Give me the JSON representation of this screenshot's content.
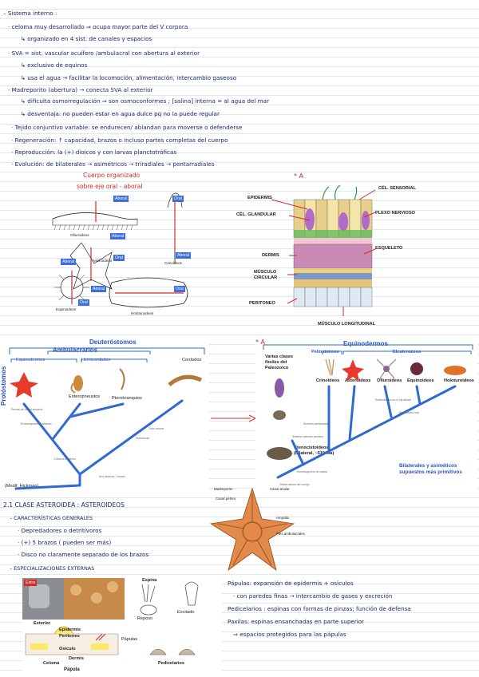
{
  "notes": {
    "sistema_interno": "– Sistema interno :",
    "l1": "· celoma muy desarrollado ⇒ ocupa mayor parte del V corpora",
    "l2": "↳ organizado en 4 sist. de canales y espacios",
    "l3": "· SVA = sist. vascular acuífero /ambulacral con abertura al exterior",
    "l4": "↳ exclusivo de equinos",
    "l5": "↳ usa el agua → facilitar la locomoción, alimentación, intercambio gaseoso",
    "l6": "· Madreporito (abertura) → conecta SVA al exterior",
    "l7": "↳ dificulta osmorregulación ⇒ son osmoconformes ; [salina] interna = al agua del mar",
    "l8": "↳ desventaja: no pueden estar en agua dulce pq no la puede regular",
    "l9": "· Tejido conjuntivo variable: se endurecen/ ablandan para moverse o defenderse",
    "l10": "· Regeneración: ↑ capacidad, brazos o incluso partes completas del cuerpo",
    "l11": "· Reproducción: la (+) dioicos y con larvas planctotróficas",
    "l12": "· Evolución: de bilaterales → asimétricos → triradiales → pentarradiales",
    "s21": "2.1 CLASE ASTEROIDEA : ASTEROIDEOS",
    "s21a": "– CARACTERÍSTICAS GENERALES",
    "s21b": "· Depredadores o detritívoros",
    "s21c": "· (+) 5 brazos ( pueden ser más)",
    "s21d": "· Disco no claramente separado de los brazos",
    "s21e": "– ESPECIALIZACIONES EXTERNAS",
    "p1": "Pápulas: expansión de epidermis + osículos",
    "p2": "· con paredes finas → intercambio de gases y excreción",
    "p3": "Pedicelarios : espinas con formas de pinzas; función de defensa",
    "p4": "Paxilas: espinas ensanchadas en parte superior",
    "p5": "⇒ espacios protegidos para las pápulas"
  },
  "fig1": {
    "title1": "Cuerpo organizado",
    "title2": "sobre eje oral - aboral",
    "aboral": "Aboral",
    "oral": "Oral",
    "crinoids": "Crinoideos",
    "ophiuroids": "Ofiuroideos",
    "asteroids": "Asteroideos",
    "echinoids": "Equinoideos",
    "holothurians": "Holoturoideos",
    "crin_label": "Crinoideos"
  },
  "fig2": {
    "epidermis": "EPIDERMIS",
    "cel_glandular": "CÉL. GLANDULAR",
    "dermis": "DERMIS",
    "musculo_circular": "MÚSCULO CIRCULAR",
    "peritoneo": "PERITONEO",
    "cel_sensorial": "CÉL. SENSORIAL",
    "plexo": "PLEXO NERVIOSO",
    "esqueleto": "ESQUELETO",
    "musculo_long": "MÚSCULO LONGITUDINAL"
  },
  "fig3": {
    "side": "Protóstomos",
    "deut": "Deuteróstomos",
    "ambul": "Ambulacrarios",
    "equino": "Equinodermos",
    "hemi": "Hemicordados",
    "cord": "Cordados",
    "entero": "Enteropneustos",
    "ptero": "Pterobranquios",
    "credit": "(Modif. Hickman)"
  },
  "fig4": {
    "equino": "Equinodermos",
    "pelma": "Pelmatozoos",
    "eleu": "Eleuterozoos",
    "fosiles": "Varias clases fósiles del Paleozoico",
    "crin": "Crinoideos",
    "aster": "Asteroideos",
    "ofiu": "Ofiuroideos",
    "equi": "Equinoideos",
    "holo": "Holoturoideos",
    "ctenoc": "Ctenocistoideos (bilateral, ~510 Ma)",
    "bilat": "Bilaterales y asiméticos supuestos más primitivos"
  },
  "fig5": {
    "madre": "Madreporito",
    "canal_anular": "Canal anular",
    "canal_pet": "Canal pétreo",
    "ampolla": "Ampolla",
    "pies": "Pies ambulacrales"
  },
  "fig6": {
    "espina": "Espina",
    "exterior": "Exterior",
    "epidermis": "Epidermis",
    "peritoneo": "Peritoneo",
    "osiculo": "Osículo",
    "dermis": "Dermis",
    "celoma": "Celoma",
    "papula": "Pápula",
    "pedicelarios": "Pedicelarios",
    "papulas": "Pápulas",
    "reposo": "Reposo",
    "excitado": "Excitado",
    "extra": "Extra"
  }
}
